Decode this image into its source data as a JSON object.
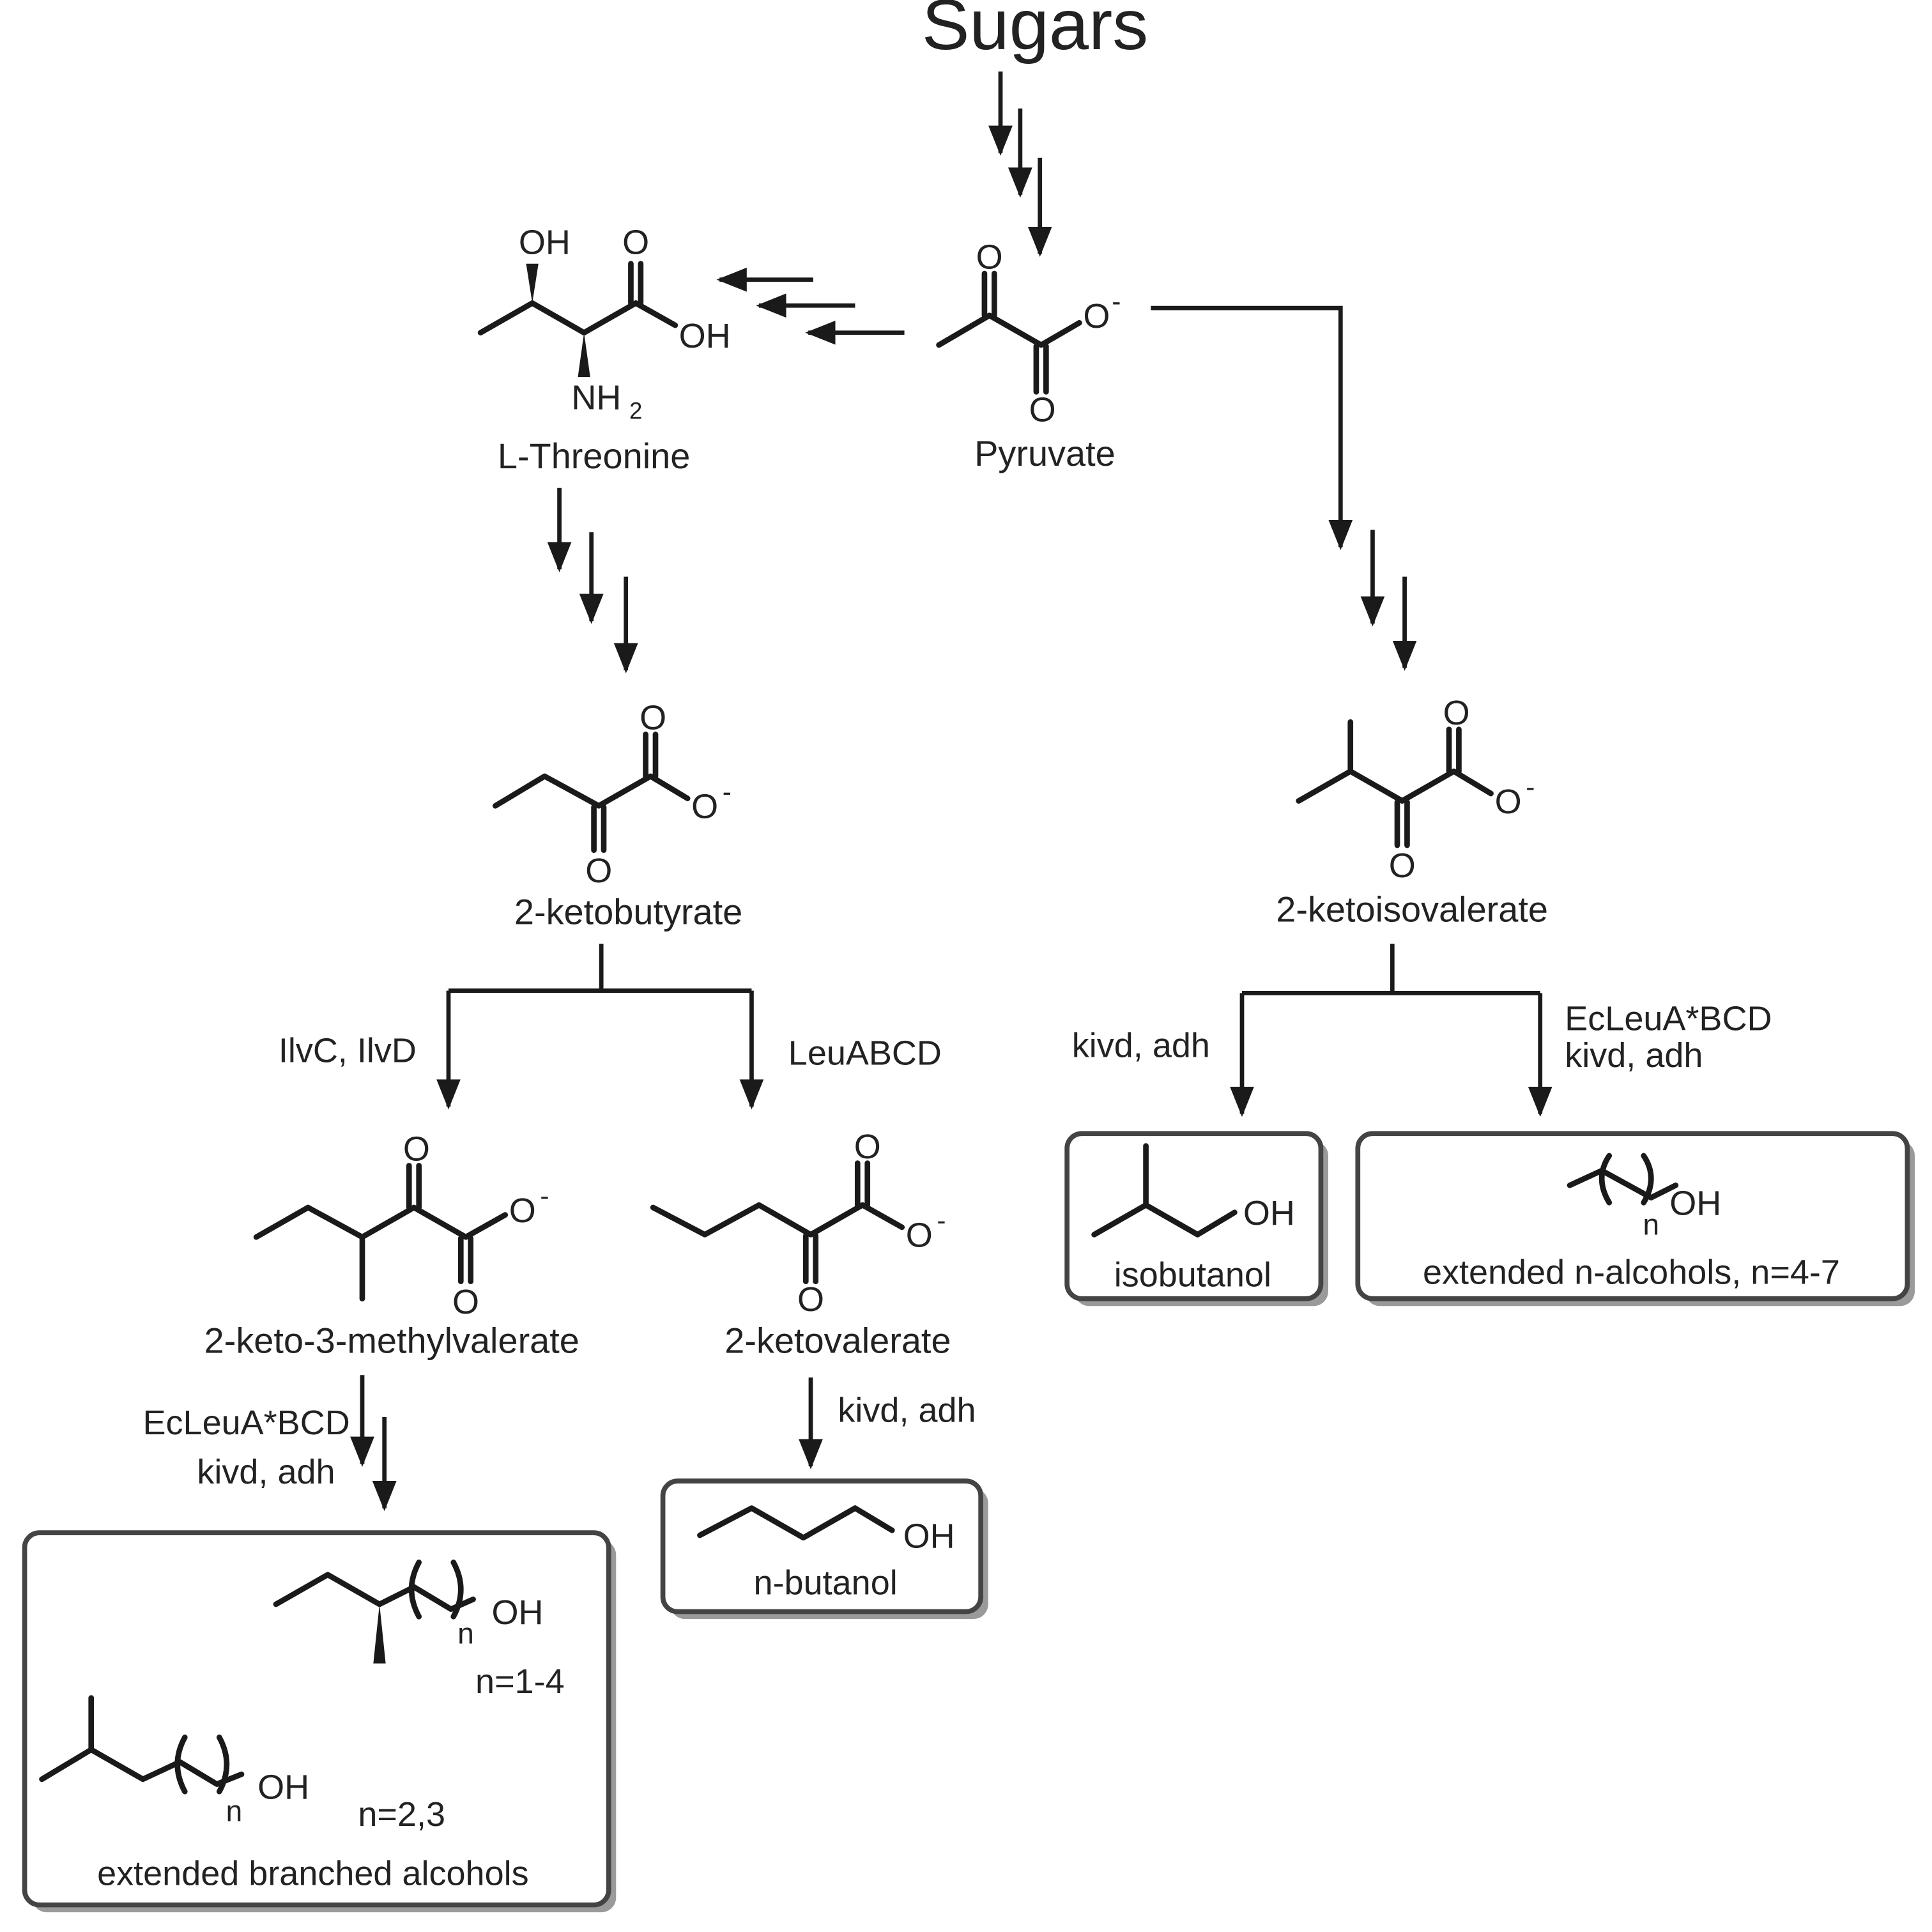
{
  "labels": {
    "sugars": "Sugars",
    "pyruvate": "Pyruvate",
    "l_threonine": "L-Threonine",
    "ketobutyrate": "2-ketobutyrate",
    "ketoisovalerate": "2-ketoisovalerate",
    "keto_methylvalerate": "2-keto-3-methylvalerate",
    "ketovalerate": "2-ketovalerate"
  },
  "enzymes": {
    "ilvc_ilvd": "IlvC, IlvD",
    "leuabcd": "LeuABCD",
    "kivd_adh_left": "kivd, adh",
    "ecleua_right_1": "EcLeuA*BCD",
    "ecleua_right_2": "kivd, adh",
    "ecleua_left_1": "EcLeuA*BCD",
    "ecleua_left_2": "kivd, adh",
    "kivd_adh_valerate": "kivd, adh"
  },
  "atoms": {
    "oh": "OH",
    "o": "O",
    "nh": "NH",
    "sub_2": "2",
    "minus": "-",
    "n": "n"
  },
  "products": {
    "isobutanol": "isobutanol",
    "extended_n_alcohols": "extended n-alcohols, n=4-7",
    "n_butanol": "n-butanol",
    "branched_n1": "n=1-4",
    "branched_n2": "n=2,3",
    "extended_branched": "extended branched alcohols"
  }
}
